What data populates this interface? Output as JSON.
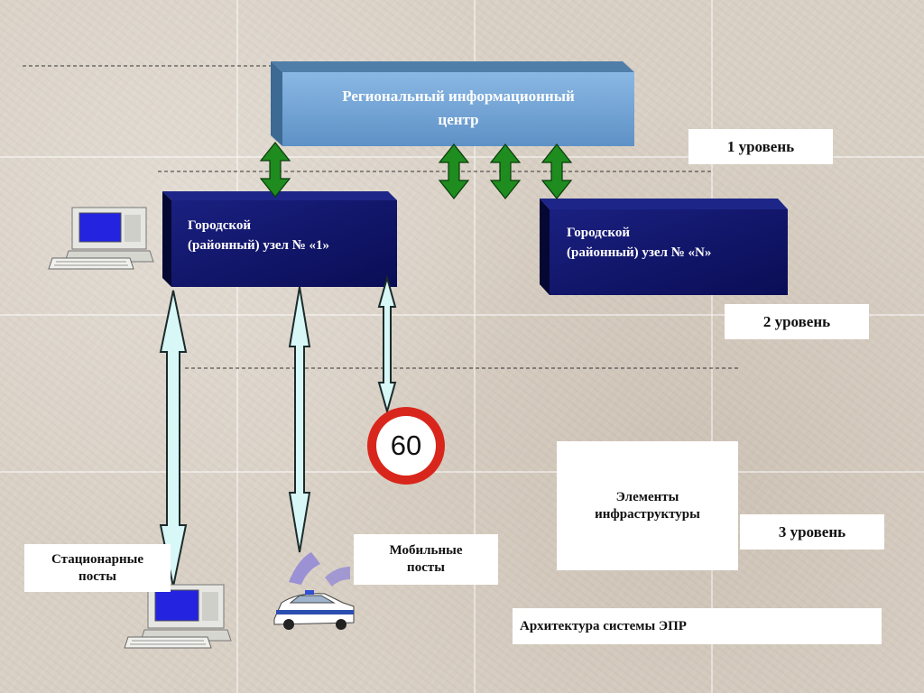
{
  "top_box": {
    "line1": "Региональный информационный",
    "line2": "центр"
  },
  "node1": {
    "line1": "Городской",
    "line2": "(районный) узел  № «1»"
  },
  "nodeN": {
    "line1": "Городской",
    "line2": "(районный) узел  № «N»"
  },
  "levels": {
    "level1": "1 уровень",
    "level2": "2 уровень",
    "level3": "3 уровень"
  },
  "infrastructure": {
    "line1": "Элементы",
    "line2": "инфраструктуры"
  },
  "mobile_posts": {
    "line1": "Мобильные",
    "line2": "посты"
  },
  "stationary_posts": {
    "line1": "Стационарные",
    "line2": "посты"
  },
  "caption": "Архитектура системы ЭПР",
  "speed_sign": {
    "value": "60"
  },
  "icons": [
    "computer-icon",
    "computer-icon",
    "police-car-icon",
    "speed-limit-sign-icon"
  ],
  "colors": {
    "top_box": "#6b9ccd",
    "node_box": "#0f1464",
    "green_arrow": "#1e8c1e",
    "cyan_arrow": "#d8f8f8",
    "sign_red": "#d9261c",
    "background": "#d9d0c5"
  }
}
